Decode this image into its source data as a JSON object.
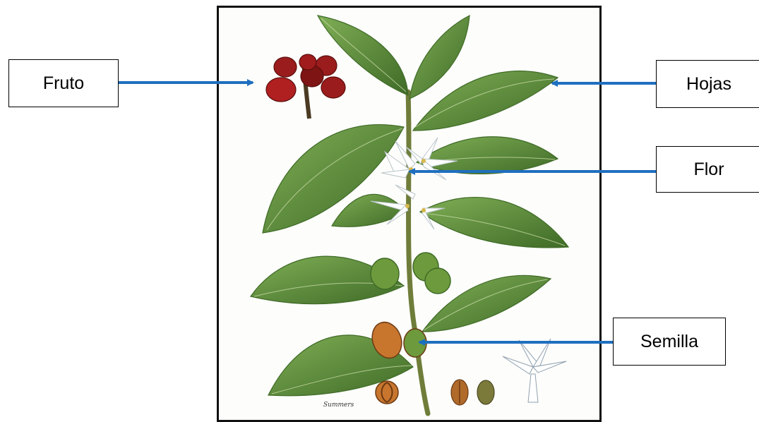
{
  "labels": {
    "fruto": "Fruto",
    "hojas": "Hojas",
    "flor": "Flor",
    "semilla": "Semilla"
  },
  "illustration": {
    "signature": "Summers"
  },
  "colors": {
    "arrow": "#1f6fbf",
    "leaf": "#5e8f3c",
    "leaf_dark": "#3f6b27",
    "berry": "#9b1c1c",
    "flower": "#ffffff",
    "seed": "#c8752e"
  }
}
